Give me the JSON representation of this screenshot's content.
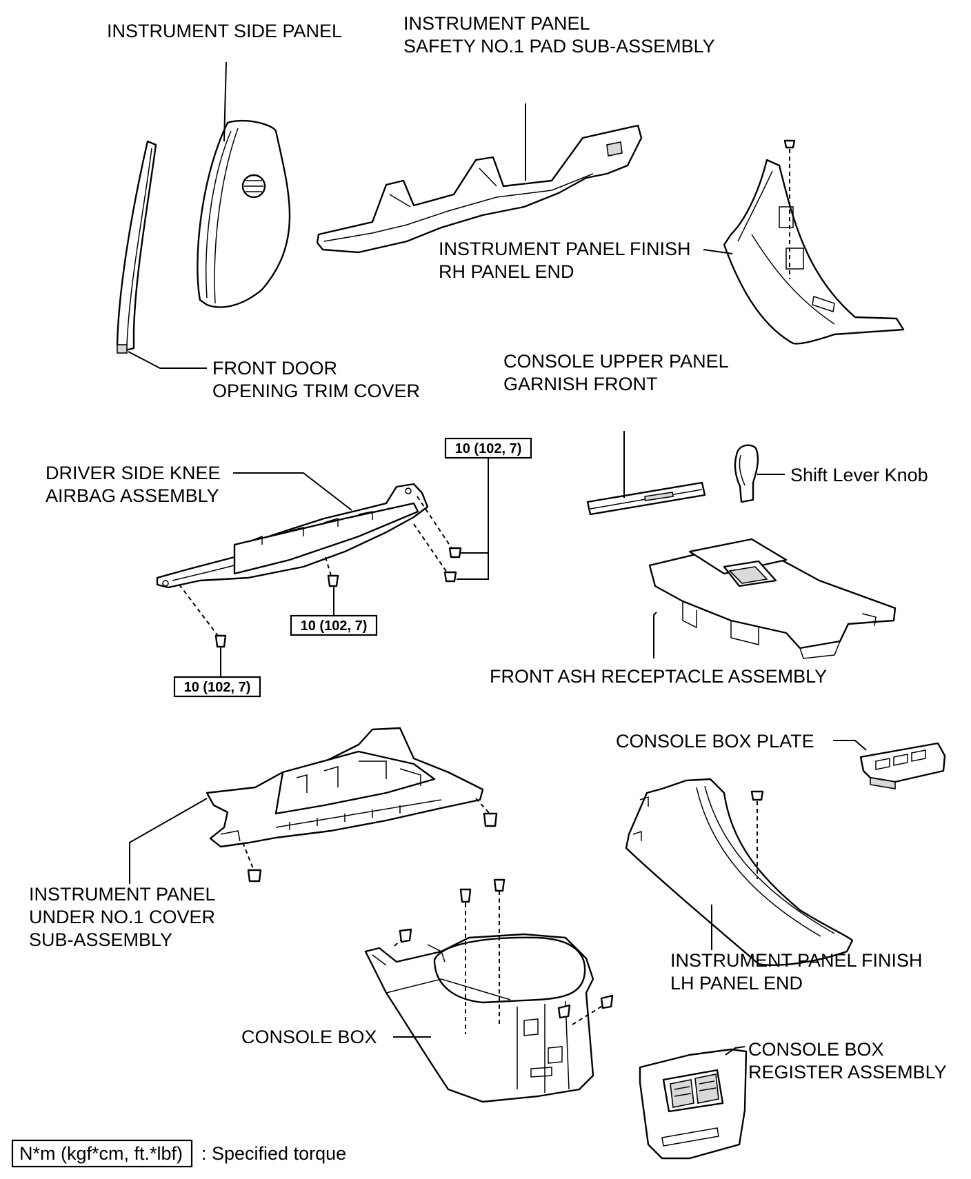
{
  "labels": {
    "instrument_side_panel": "INSTRUMENT SIDE PANEL",
    "safety_pad_1": "INSTRUMENT PANEL",
    "safety_pad_2": "SAFETY NO.1 PAD SUB-ASSEMBLY",
    "rh_panel_end_1": "INSTRUMENT PANEL FINISH",
    "rh_panel_end_2": "RH PANEL END",
    "front_door_trim_1": "FRONT DOOR",
    "front_door_trim_2": "OPENING TRIM COVER",
    "console_upper_1": "CONSOLE UPPER PANEL",
    "console_upper_2": "GARNISH FRONT",
    "knee_airbag_1": "DRIVER SIDE KNEE",
    "knee_airbag_2": "AIRBAG ASSEMBLY",
    "shift_lever_knob": "Shift Lever Knob",
    "front_ash_receptacle": "FRONT ASH RECEPTACLE ASSEMBLY",
    "console_box_plate": "CONSOLE BOX PLATE",
    "under_cover_1": "INSTRUMENT PANEL",
    "under_cover_2": "UNDER NO.1 COVER",
    "under_cover_3": "SUB-ASSEMBLY",
    "lh_panel_end_1": "INSTRUMENT PANEL FINISH",
    "lh_panel_end_2": "LH PANEL END",
    "console_box": "CONSOLE BOX",
    "register_1": "CONSOLE BOX",
    "register_2": "REGISTER ASSEMBLY"
  },
  "torque": {
    "value_a": "10 (102, 7)",
    "value_b": "10 (102, 7)",
    "value_c": "10 (102, 7)"
  },
  "legend": {
    "unit_box": "N*m (kgf*cm, ft.*lbf)",
    "description": ": Specified torque"
  }
}
